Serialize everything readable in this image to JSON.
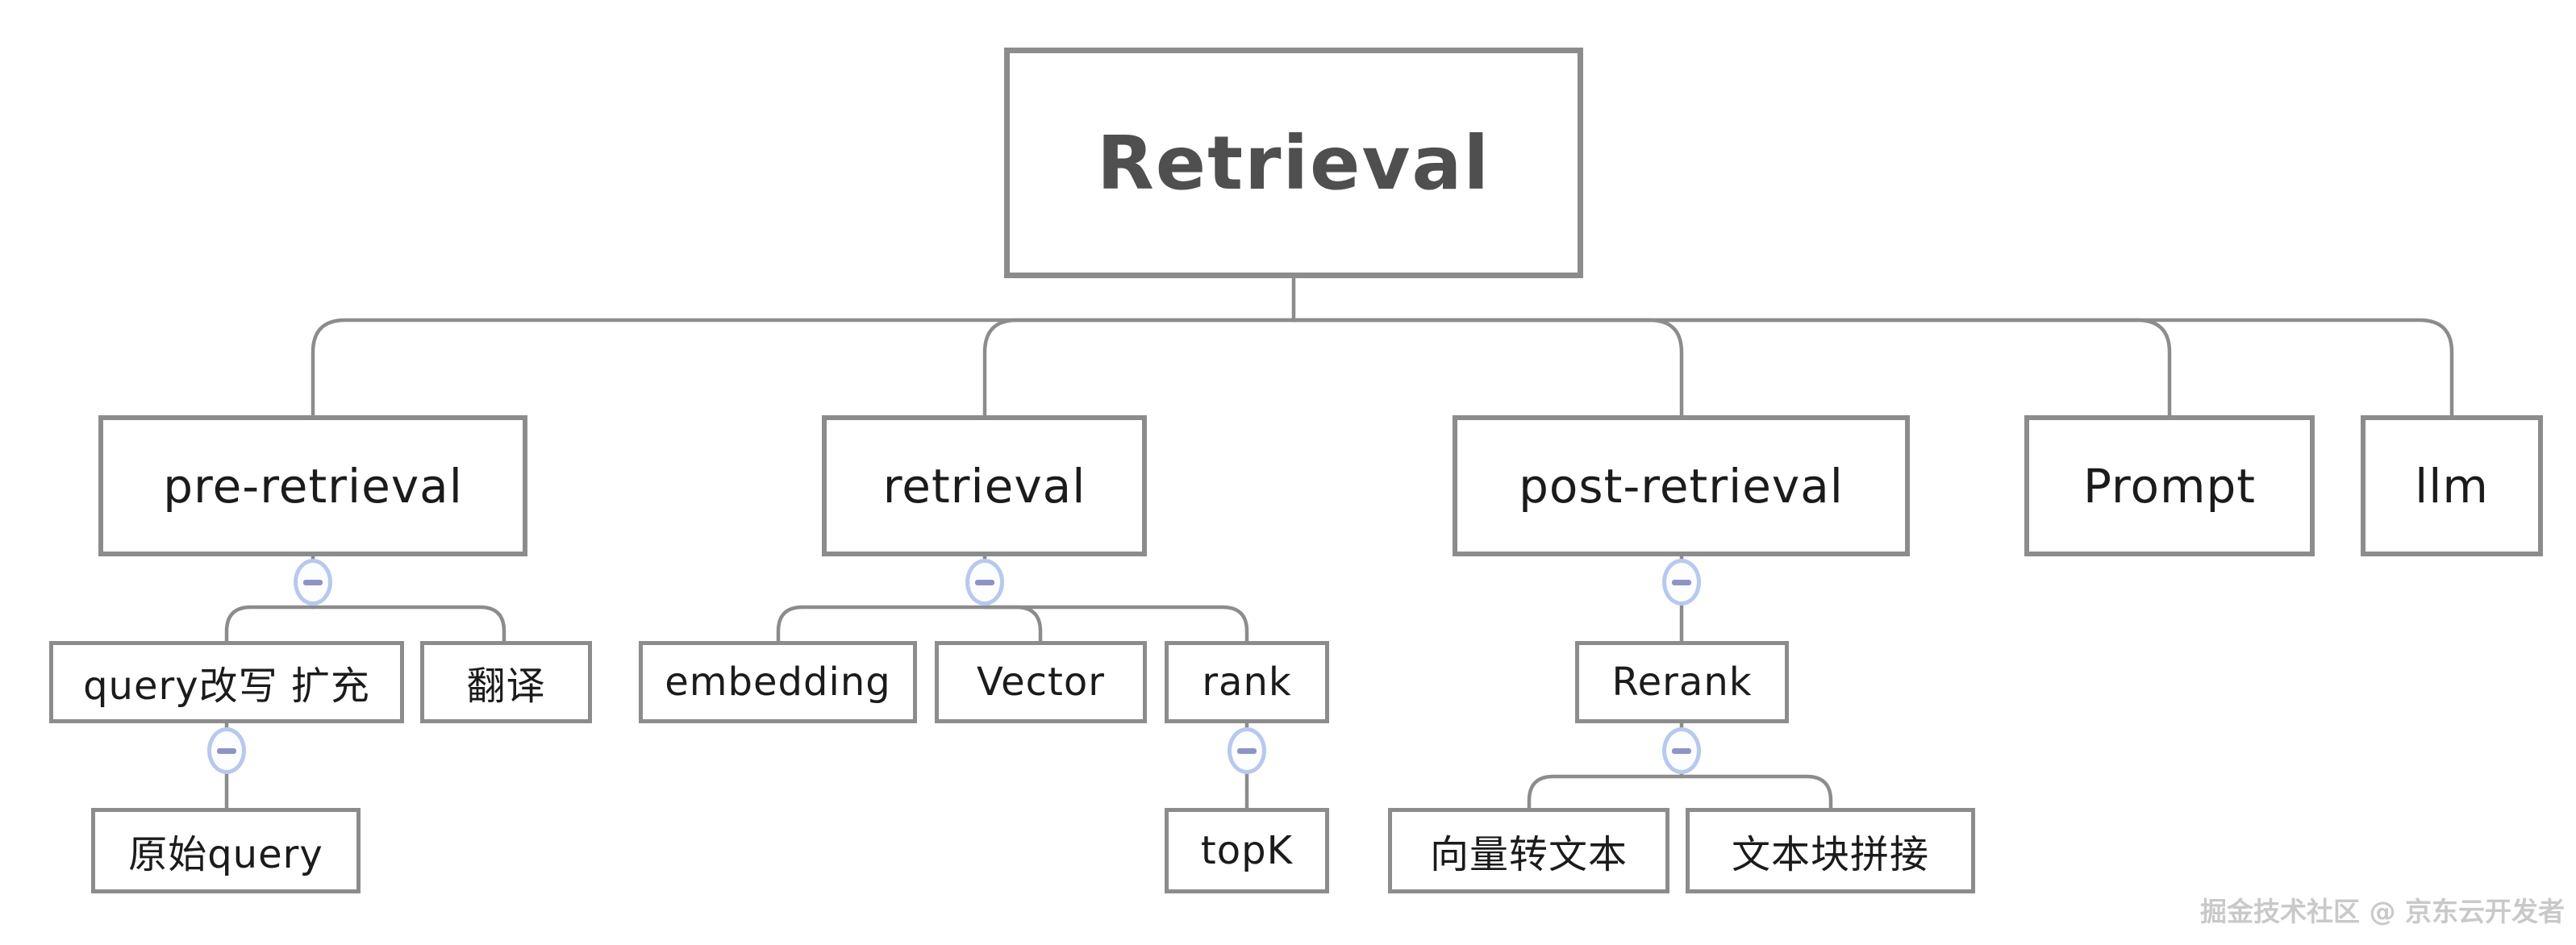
{
  "diagram": {
    "type": "mindmap-tree",
    "title": "Retrieval",
    "nodes": [
      {
        "id": "root",
        "label": "Retrieval",
        "level": "root",
        "parent": null
      },
      {
        "id": "pre-retrieval",
        "label": "pre-retrieval",
        "level": "topic",
        "parent": "root"
      },
      {
        "id": "retrieval",
        "label": "retrieval",
        "level": "topic",
        "parent": "root"
      },
      {
        "id": "post-retrieval",
        "label": "post-retrieval",
        "level": "topic",
        "parent": "root"
      },
      {
        "id": "prompt",
        "label": "Prompt",
        "level": "topic",
        "parent": "root"
      },
      {
        "id": "llm",
        "label": "llm",
        "level": "topic",
        "parent": "root"
      },
      {
        "id": "query-rewrite",
        "label": "query改写 扩充",
        "level": "sub",
        "parent": "pre-retrieval"
      },
      {
        "id": "translate",
        "label": "翻译",
        "level": "sub",
        "parent": "pre-retrieval"
      },
      {
        "id": "original-query",
        "label": "原始query",
        "level": "sub",
        "parent": "query-rewrite"
      },
      {
        "id": "embedding",
        "label": "embedding",
        "level": "sub",
        "parent": "retrieval"
      },
      {
        "id": "vector",
        "label": "Vector",
        "level": "sub",
        "parent": "retrieval"
      },
      {
        "id": "rank",
        "label": "rank",
        "level": "sub",
        "parent": "retrieval"
      },
      {
        "id": "topk",
        "label": "topK",
        "level": "sub",
        "parent": "rank"
      },
      {
        "id": "rerank",
        "label": "Rerank",
        "level": "sub",
        "parent": "post-retrieval"
      },
      {
        "id": "vector-to-text",
        "label": "向量转文本",
        "level": "sub",
        "parent": "rerank"
      },
      {
        "id": "text-chunk-concat",
        "label": "文本块拼接",
        "level": "sub",
        "parent": "rerank"
      }
    ],
    "collapse_buttons": [
      {
        "id": "pre-retrieval",
        "icon": "minus"
      },
      {
        "id": "retrieval",
        "icon": "minus"
      },
      {
        "id": "post-retrieval",
        "icon": "minus"
      },
      {
        "id": "query-rewrite",
        "icon": "minus"
      },
      {
        "id": "rank",
        "icon": "minus"
      },
      {
        "id": "rerank",
        "icon": "minus"
      }
    ],
    "colors": {
      "box_border": "#8c8c8c",
      "connector": "#8c8c8c",
      "root_text": "#4f4f4f",
      "node_text": "#1b1b1b",
      "collapse_border": "#b7c9ef",
      "collapse_fill": "#fcfdff",
      "collapse_minus": "#8e94c4",
      "watermark_text": "#c9c9c9",
      "background": "#ffffff"
    }
  },
  "watermark": {
    "text": "掘金技术社区 @ 京东云开发者"
  }
}
